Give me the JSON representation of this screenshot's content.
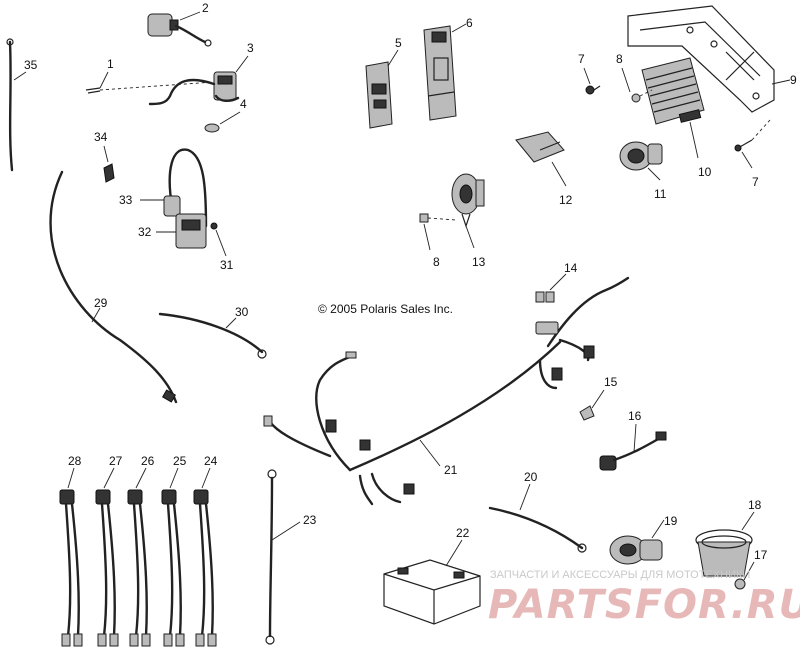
{
  "copyright": "© 2005 Polaris Sales Inc.",
  "watermark": {
    "caption": "ЗАПЧАСТИ И АКСЕССУАРЫ ДЛЯ МОТОТЕХНИКИ",
    "logo": "PARTSFOR.RU"
  },
  "callouts": {
    "p1": "1",
    "p2": "2",
    "p3": "3",
    "p4": "4",
    "p5": "5",
    "p6": "6",
    "p7a": "7",
    "p7b": "7",
    "p8a": "8",
    "p8b": "8",
    "p9": "9",
    "p10": "10",
    "p11": "11",
    "p12": "12",
    "p13": "13",
    "p14": "14",
    "p15": "15",
    "p16": "16",
    "p17": "17",
    "p18": "18",
    "p19": "19",
    "p20": "20",
    "p21": "21",
    "p22": "22",
    "p23": "23",
    "p24": "24",
    "p25": "25",
    "p26": "26",
    "p27": "27",
    "p28": "28",
    "p29": "29",
    "p30": "30",
    "p31": "31",
    "p32": "32",
    "p33": "33",
    "p34": "34",
    "p35": "35"
  },
  "colors": {
    "ink": "#222222",
    "watermark": "#e7b8b8"
  }
}
